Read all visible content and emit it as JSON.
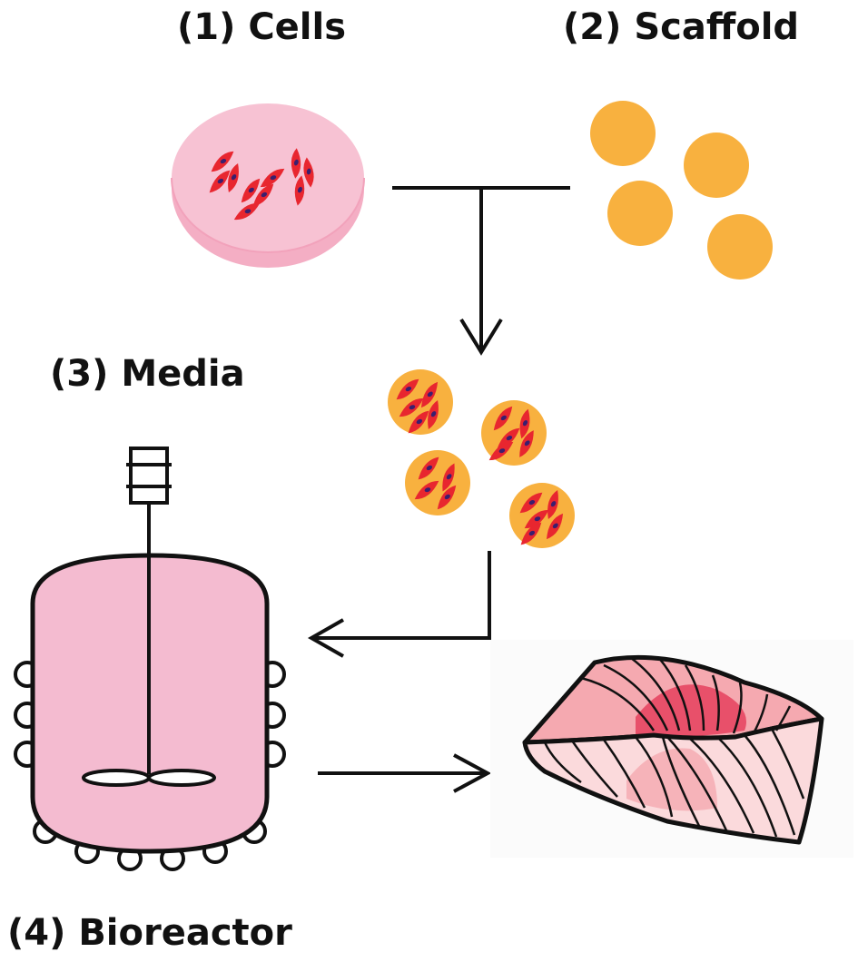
{
  "labels": {
    "cells": "(1) Cells",
    "scaffold": "(2) Scaffold",
    "media": "(3) Media",
    "bioreactor": "(4) Bioreactor"
  },
  "colors": {
    "dish": "#f7c2d3",
    "dish_rim": "#f4aec4",
    "cell": "#e8262f",
    "nucleus": "#3a1f6e",
    "scaffold": "#f8b13f",
    "bioreactor": "#f4bbd0",
    "outline": "#111111",
    "meat_light": "#fbdadc",
    "meat_mid": "#f5a9b0",
    "meat_dark": "#e8506a"
  },
  "icons": {
    "dish": "petri-dish-icon",
    "scaffold": "scaffold-bead-icon",
    "seeded": "cell-seeded-bead-icon",
    "reactor": "bioreactor-icon",
    "meat": "cultured-meat-icon"
  }
}
